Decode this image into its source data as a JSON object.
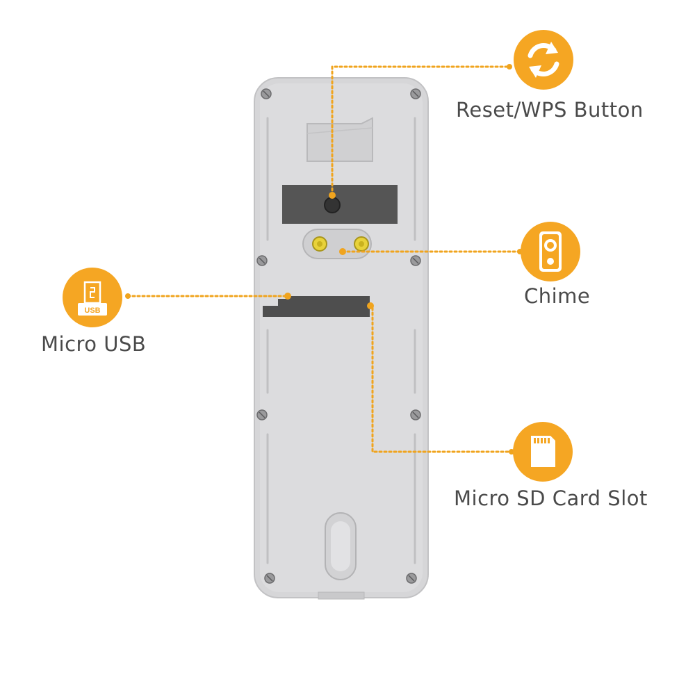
{
  "colors": {
    "accent": "#f5a623",
    "leader_line": "#f0a41e",
    "device_body": "#dcdcde",
    "device_edge": "#c4c4c6",
    "dark_panel": "#555555",
    "label_text": "#4a4a4a"
  },
  "callouts": [
    {
      "id": "reset",
      "label": "Reset/WPS Button",
      "icon": "reset-arrows-icon"
    },
    {
      "id": "chime",
      "label": "Chime",
      "icon": "doorbell-chime-icon"
    },
    {
      "id": "usb",
      "label": "Micro USB",
      "icon": "usb-port-icon",
      "icon_text": "USB"
    },
    {
      "id": "sd",
      "label": "Micro SD Card Slot",
      "icon": "sd-card-icon"
    }
  ]
}
